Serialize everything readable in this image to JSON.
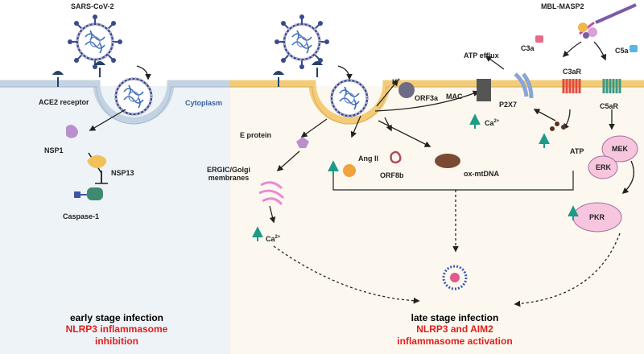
{
  "labels": {
    "sars_cov_2": "SARS-CoV-2",
    "mbl_masp2": "MBL-MASP2",
    "ace2_receptor": "ACE2 receptor",
    "cytoplasm": "Cytoplasm",
    "nsp1": "NSP1",
    "nsp13": "NSP13",
    "caspase_1": "Caspase-1",
    "e_protein": "E protein",
    "ergic_golgi": "ERGIC/Golgi\nmembranes",
    "ca_base": "Ca",
    "ca_sup": "2+",
    "k_base": "K",
    "k_sup": "+",
    "orf3a": "ORF3a",
    "mac": "MAC",
    "atp_efflux": "ATP efflux",
    "p2x7": "P2X7",
    "ang_ii": "Ang II",
    "orf8b": "ORF8b",
    "ox_mtdna": "ox-mtDNA",
    "atp": "ATP",
    "c3a": "C3a",
    "c5a": "C5a",
    "c3ar": "C3aR",
    "c5ar": "C5aR",
    "mek": "MEK",
    "erk": "ERK",
    "pkr": "PKR"
  },
  "titles": {
    "early_line1": "early stage infection",
    "early_line2": "NLRP3 inflammasome",
    "early_line3": "inhibition",
    "late_line1": "late stage infection",
    "late_line2": "NLRP3 and AIM2",
    "late_line3": "inflammasome activation"
  },
  "colors": {
    "title_red": "#e0201b",
    "membrane_left": "#c4d3e2",
    "membrane_right": "#f3cc7a",
    "up_arrow": "#1e9a86"
  }
}
